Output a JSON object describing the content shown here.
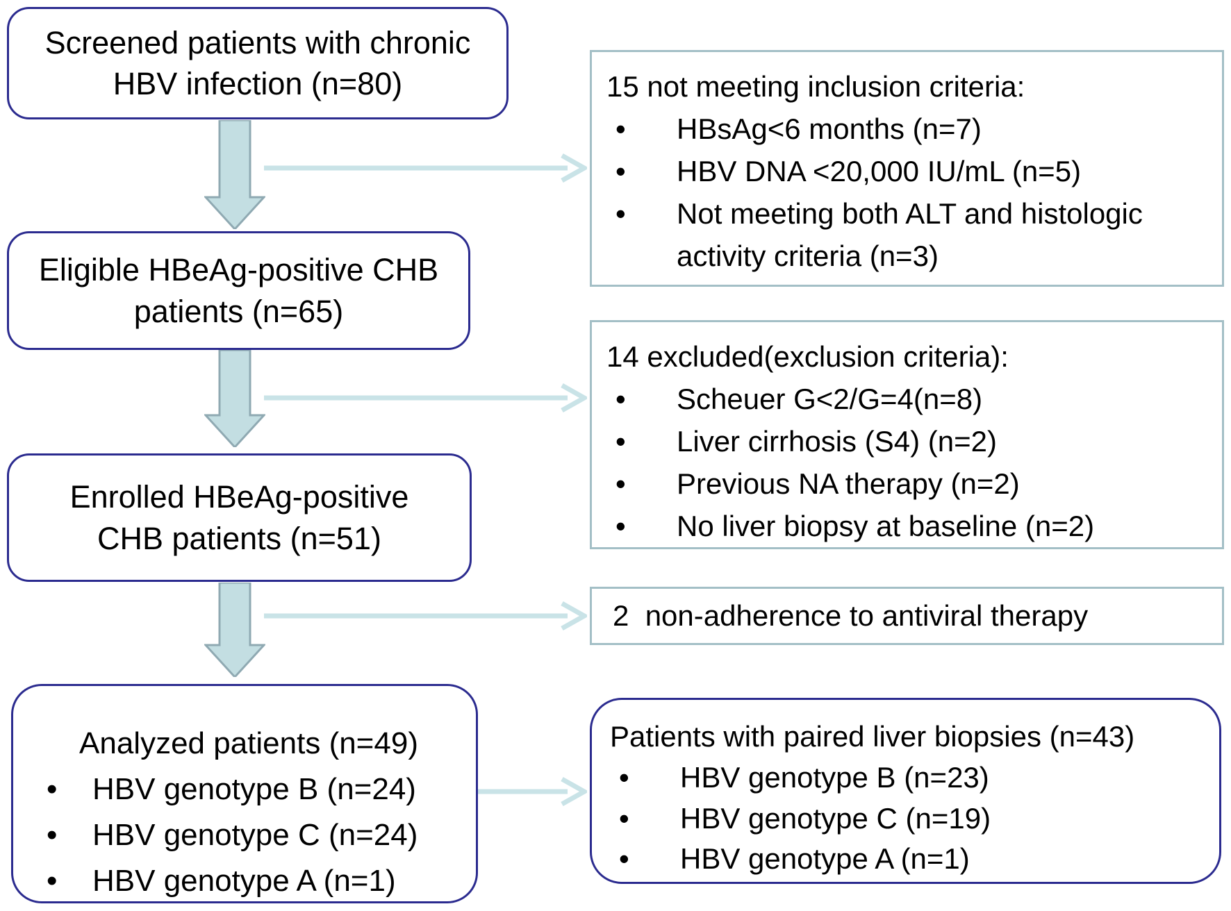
{
  "diagram": {
    "bullet_char": "•",
    "colors": {
      "navy_border": "#2b2b8f",
      "teal_border": "#a3bfc6",
      "thick_arrow_fill": "#c3dee2",
      "thick_arrow_stroke": "#8fa9b2",
      "thin_arrow": "#c9e3e7",
      "text": "#000000",
      "background": "#ffffff"
    },
    "left_column": [
      {
        "lines": [
          "Screened patients with chronic",
          "HBV infection (n=80)"
        ]
      },
      {
        "lines": [
          "Eligible HBeAg-positive CHB",
          "patients (n=65)"
        ]
      },
      {
        "lines": [
          "Enrolled HBeAg-positive",
          "CHB patients (n=51)"
        ]
      },
      {
        "title": "Analyzed patients (n=49)",
        "bullets": [
          "HBV genotype B (n=24)",
          "HBV genotype C (n=24)",
          "HBV genotype A (n=1)"
        ]
      }
    ],
    "right_column": [
      {
        "title": "15 not meeting inclusion criteria:",
        "bullets": [
          "HBsAg<6 months (n=7)",
          "HBV DNA <20,000 IU/mL (n=5)",
          "Not meeting both ALT and histologic activity criteria (n=3)"
        ]
      },
      {
        "title": "14 excluded(exclusion criteria):",
        "bullets": [
          "Scheuer G<2/G=4(n=8)",
          "Liver cirrhosis (S4) (n=2)",
          "Previous NA therapy (n=2)",
          "No liver biopsy at baseline (n=2)"
        ]
      },
      {
        "text": "2  non-adherence to antiviral therapy"
      },
      {
        "title": "Patients with paired liver biopsies (n=43)",
        "bullets": [
          "HBV genotype B (n=23)",
          "HBV genotype C (n=19)",
          "HBV genotype A (n=1)"
        ]
      }
    ]
  }
}
